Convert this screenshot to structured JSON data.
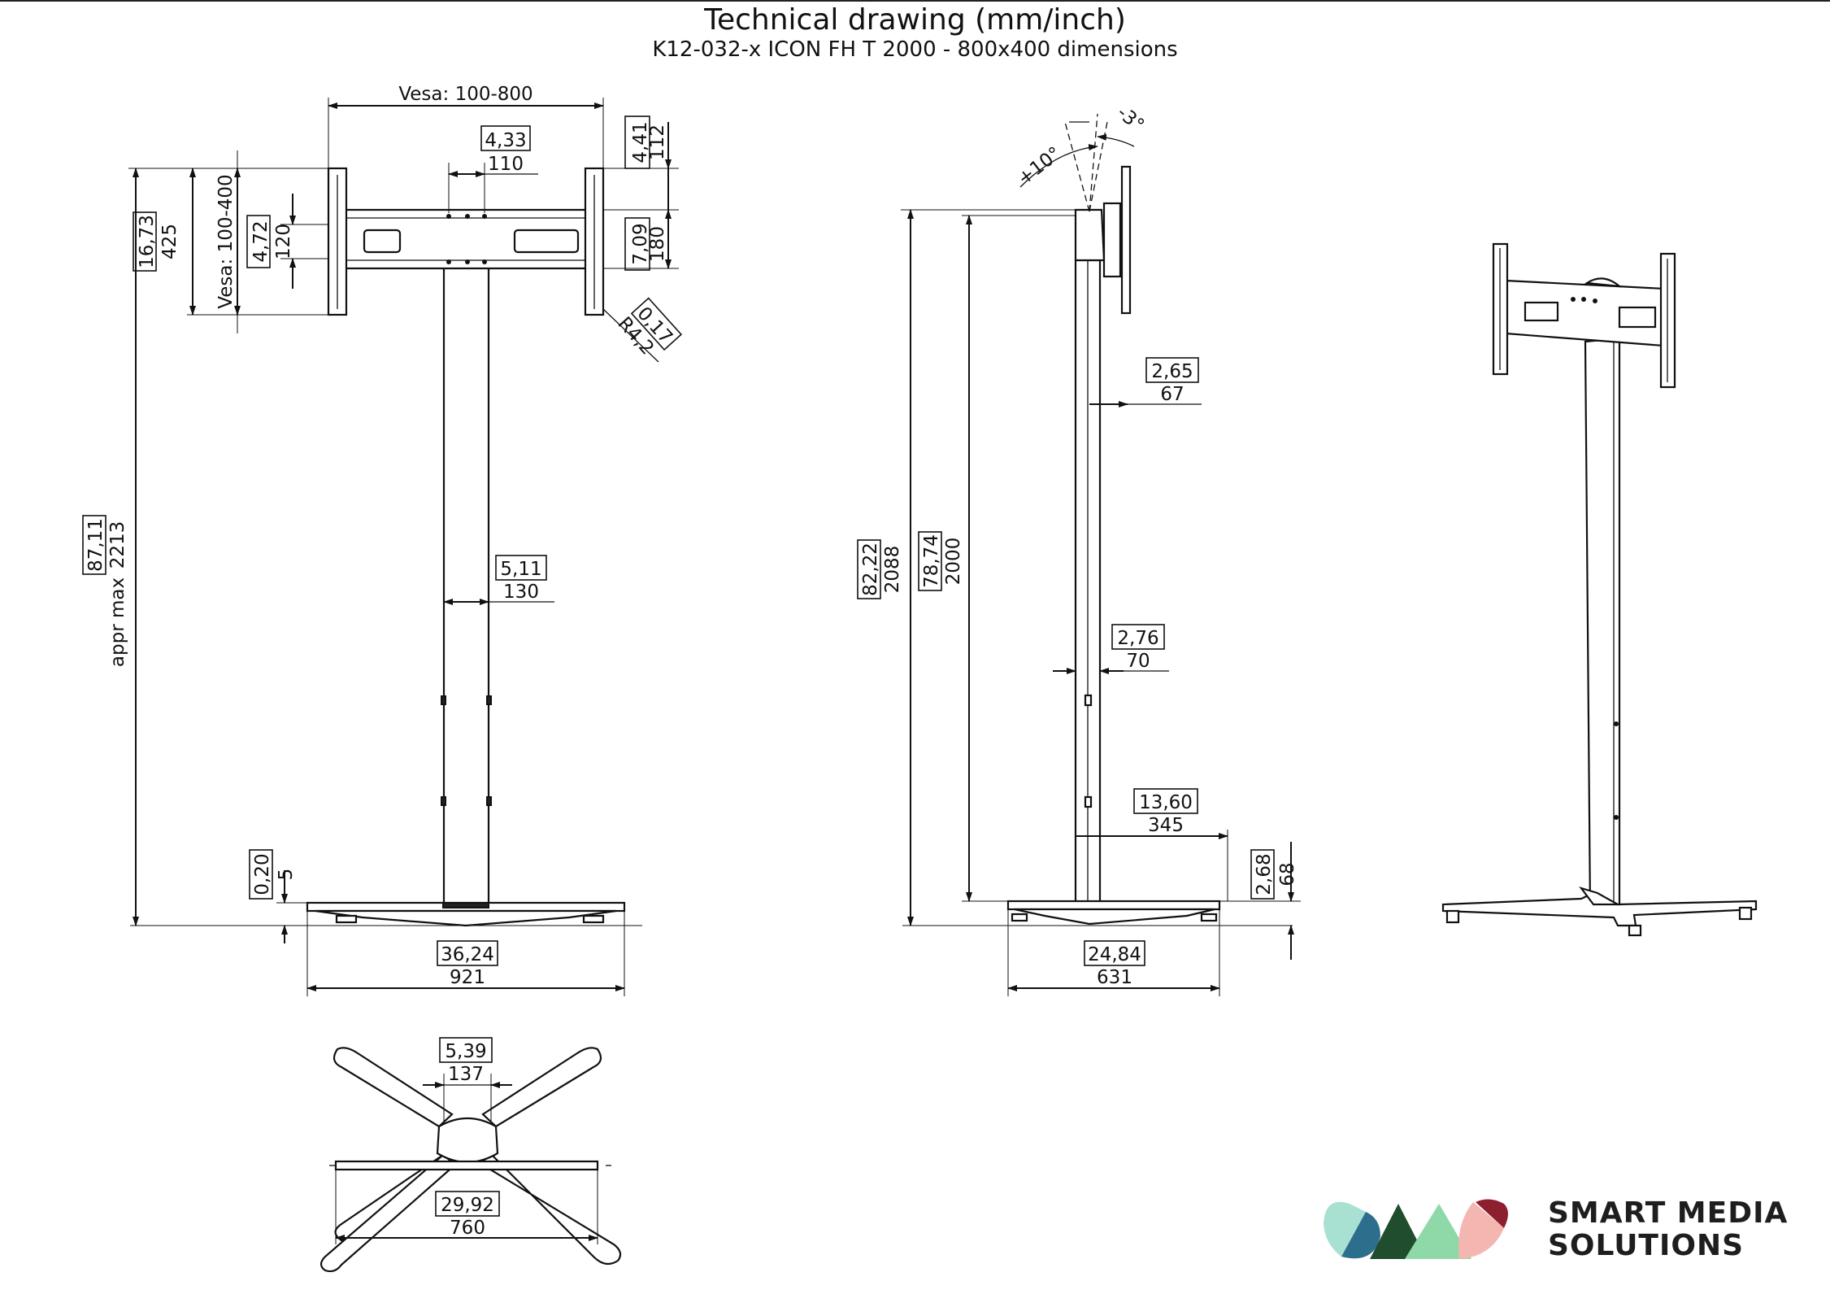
{
  "header": {
    "title": "Technical drawing (mm/inch)",
    "subtitle": "K12-032-x ICON FH T 2000 - 800x400 dimensions"
  },
  "front_view": {
    "vesa_width": "Vesa: 100-800",
    "vesa_height": "Vesa: 100-400",
    "d_433": "4,33",
    "d_110": "110",
    "d_441": "4,41",
    "d_112": "112",
    "d_709": "7,09",
    "d_180": "180",
    "d_1673": "16,73",
    "d_425": "425",
    "d_472": "4,72",
    "d_120": "120",
    "d_017": "0,17",
    "d_r42": "R4,2",
    "d_8711": "87,11",
    "d_2213": "2213",
    "appr_max": "appr max",
    "d_511": "5,11",
    "d_130": "130",
    "d_020": "0,20",
    "d_5": "5",
    "d_3624": "36,24",
    "d_921": "921"
  },
  "top_view": {
    "d_539": "5,39",
    "d_137": "137",
    "d_2992": "29,92",
    "d_760": "760"
  },
  "side_view": {
    "tilt_plus": "+10°",
    "tilt_minus": "-3°",
    "d_265": "2,65",
    "d_67": "67",
    "d_276": "2,76",
    "d_70": "70",
    "d_1360": "13,60",
    "d_345": "345",
    "d_268": "2,68",
    "d_68": "68",
    "d_8222": "82,22",
    "d_2088": "2088",
    "d_7874": "78,74",
    "d_2000": "2000",
    "d_2484": "24,84",
    "d_631": "631"
  },
  "logo": {
    "line1": "SMART MEDIA",
    "line2": "SOLUTIONS",
    "colors": [
      "#a8e0d2",
      "#2c6e8c",
      "#1f4d2e",
      "#8fd9a8",
      "#f4b6b0",
      "#8e1f2f"
    ]
  }
}
